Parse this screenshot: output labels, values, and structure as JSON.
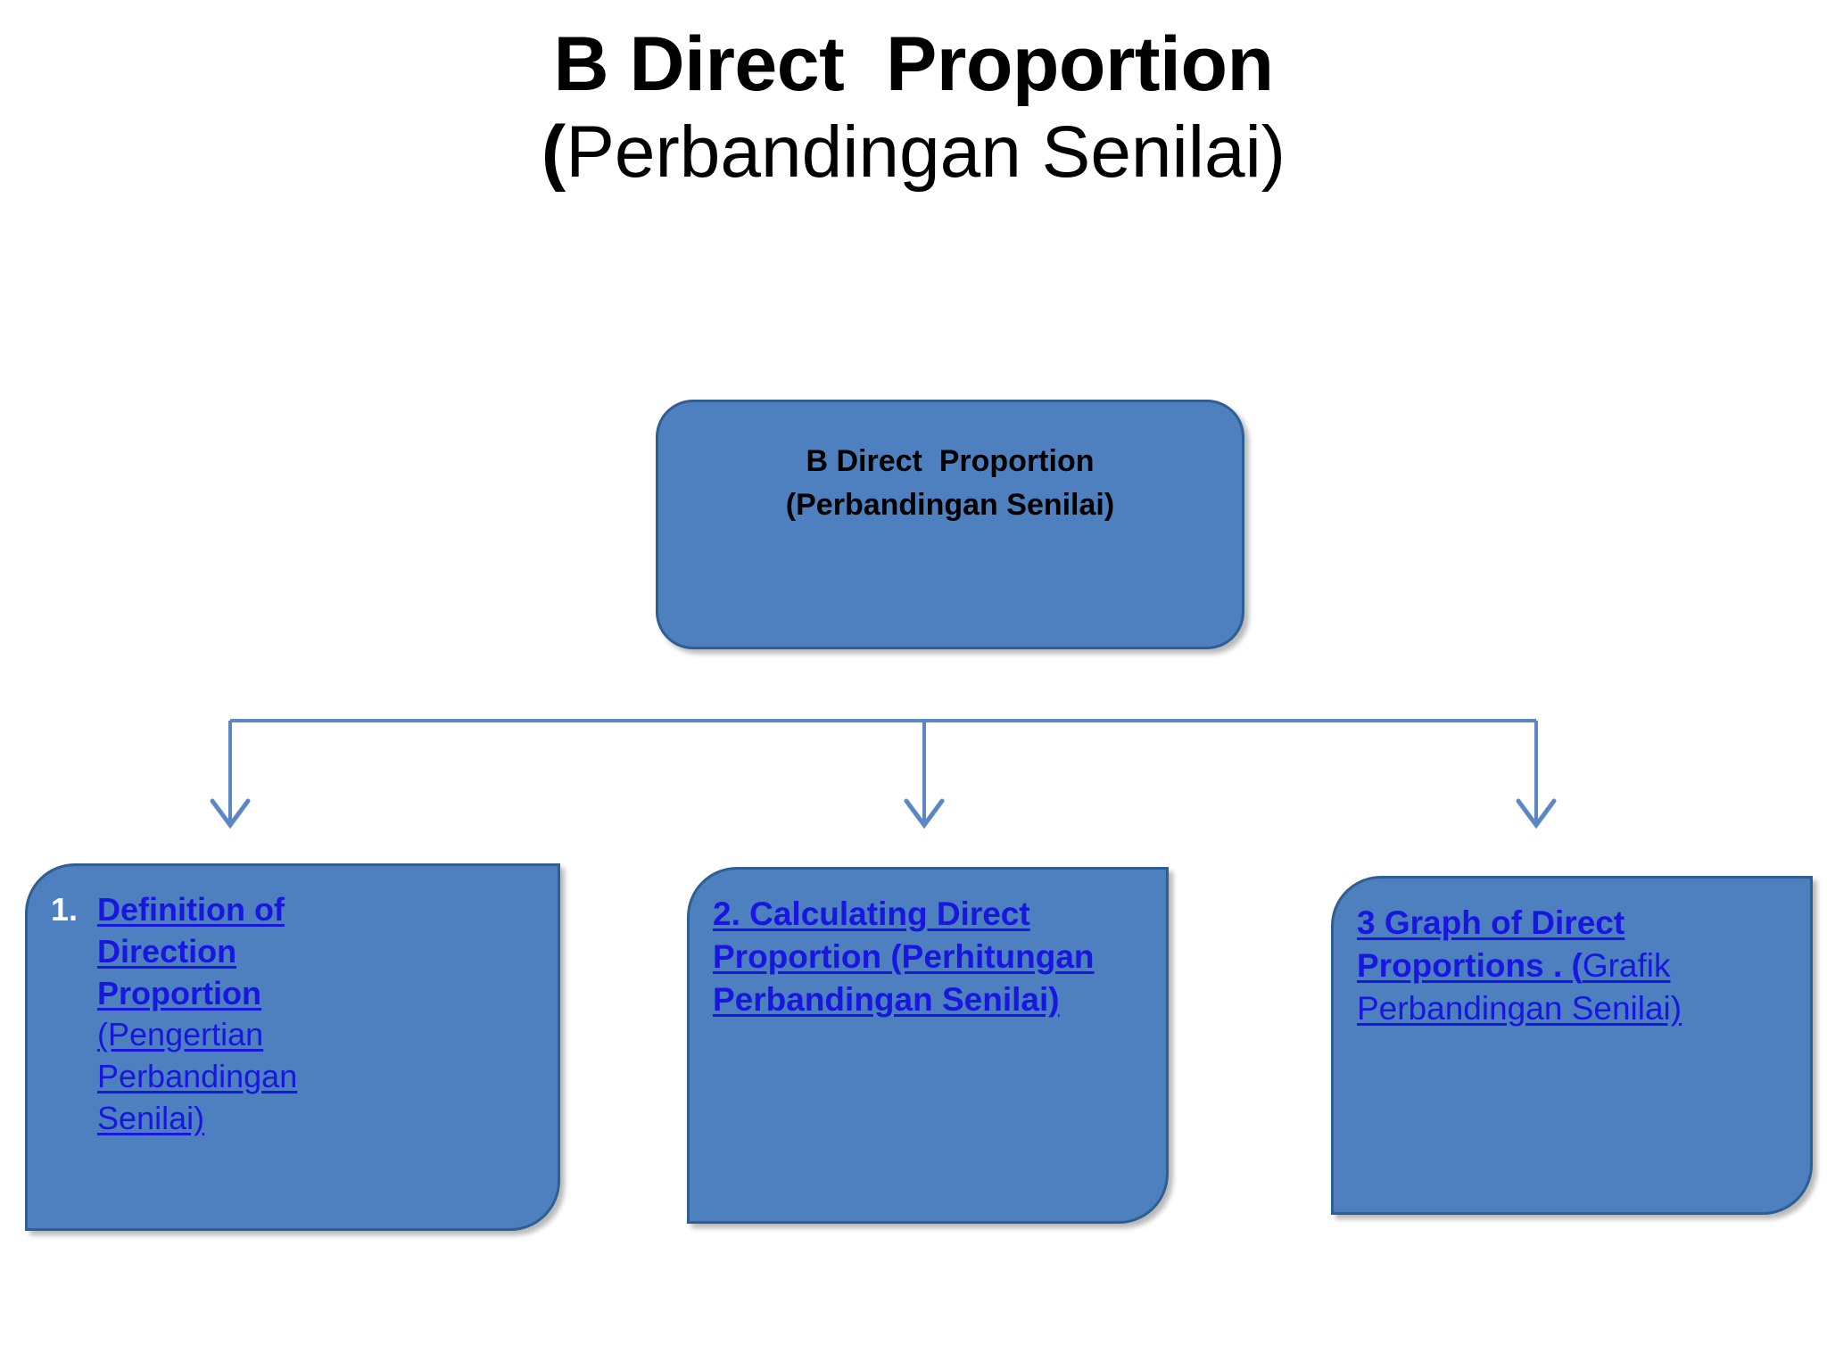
{
  "slide": {
    "title_line1": "B Direct  Proportion",
    "title_line2_paren": "(",
    "title_line2_rest": "Perbandingan Senilai)"
  },
  "diagram": {
    "type": "hierarchy",
    "accent_fill": "#4E7FBE",
    "accent_border": "#2E5F94",
    "connector_color": "#5B87C4",
    "link_color": "#1717E0",
    "marker_color": "#FFFFFF",
    "root": {
      "line1": "B Direct  Proportion",
      "line2": "(Perbandingan Senilai)"
    },
    "children": [
      {
        "marker": "1.",
        "bold_text": "Definition of Direction Proportion ",
        "regular_text": "(Pengertian Perbandingan Senilai)"
      },
      {
        "marker": "",
        "bold_text": "2.  Calculating Direct Proportion (Perhitungan Perbandingan Senilai)",
        "regular_text": ""
      },
      {
        "marker": "",
        "bold_text": "3 Graph of Direct Proportions . (",
        "regular_text": "Grafik Perbandingan Senilai)"
      }
    ]
  }
}
